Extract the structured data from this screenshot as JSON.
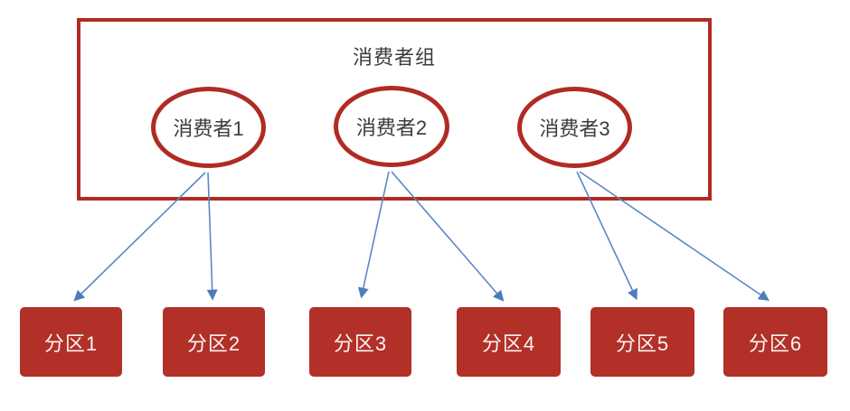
{
  "diagram": {
    "group": {
      "title": "消费者组"
    },
    "consumers": [
      {
        "id": "consumer1",
        "label": "消费者1"
      },
      {
        "id": "consumer2",
        "label": "消费者2"
      },
      {
        "id": "consumer3",
        "label": "消费者3"
      }
    ],
    "partitions": [
      {
        "id": "partition1",
        "label": "分区1"
      },
      {
        "id": "partition2",
        "label": "分区2"
      },
      {
        "id": "partition3",
        "label": "分区3"
      },
      {
        "id": "partition4",
        "label": "分区4"
      },
      {
        "id": "partition5",
        "label": "分区5"
      },
      {
        "id": "partition6",
        "label": "分区6"
      }
    ],
    "connections": [
      {
        "from": "消费者1",
        "to": "分区1"
      },
      {
        "from": "消费者1",
        "to": "分区2"
      },
      {
        "from": "消费者2",
        "to": "分区3"
      },
      {
        "from": "消费者2",
        "to": "分区4"
      },
      {
        "from": "消费者3",
        "to": "分区5"
      },
      {
        "from": "消费者3",
        "to": "分区6"
      }
    ],
    "colors": {
      "shape_red": "#B02B23",
      "partition_fill": "#B23028",
      "arrow_blue": "#5B87C5",
      "arrowhead_blue": "#4E7CBB",
      "text_dark": "#3B3B3B",
      "text_light": "#FFFFFF",
      "background": "#FFFFFF"
    }
  }
}
